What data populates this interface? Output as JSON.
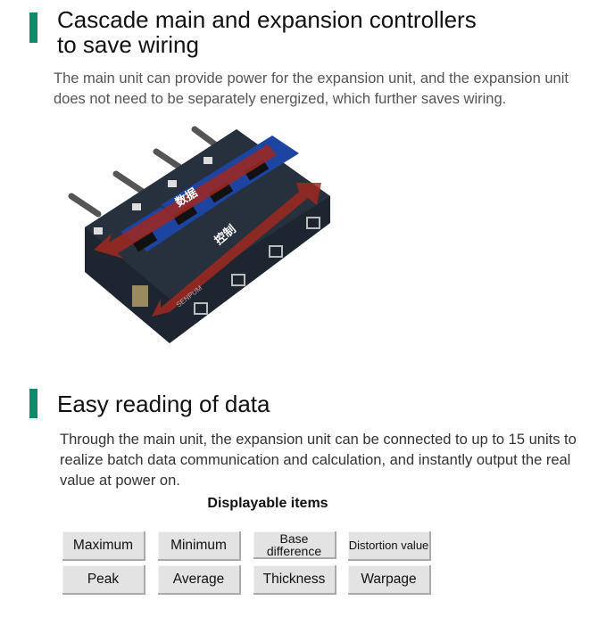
{
  "section1": {
    "title_line1": "Cascade main and expansion controllers",
    "title_line2": "to save wiring",
    "description": "The main unit can provide power for the expansion unit, and the expansion unit does not need to be separately energized, which further saves wiring.",
    "image_labels": {
      "arrow_data": "数据",
      "arrow_control": "控制",
      "brand": "SENPUM"
    }
  },
  "section2": {
    "title": "Easy reading of data",
    "description": "Through the main unit, the expansion unit can be connected to up to 15 units to realize batch data communication and calculation, and instantly output the real value at power on.",
    "items_heading": "Displayable items",
    "items": [
      "Maximum",
      "Minimum",
      "Base difference",
      "Distortion value",
      "Peak",
      "Average",
      "Thickness",
      "Warpage"
    ]
  },
  "colors": {
    "accent": "#12896b",
    "button_bg": "#e3e3e3",
    "arrow": "#a0281e"
  }
}
